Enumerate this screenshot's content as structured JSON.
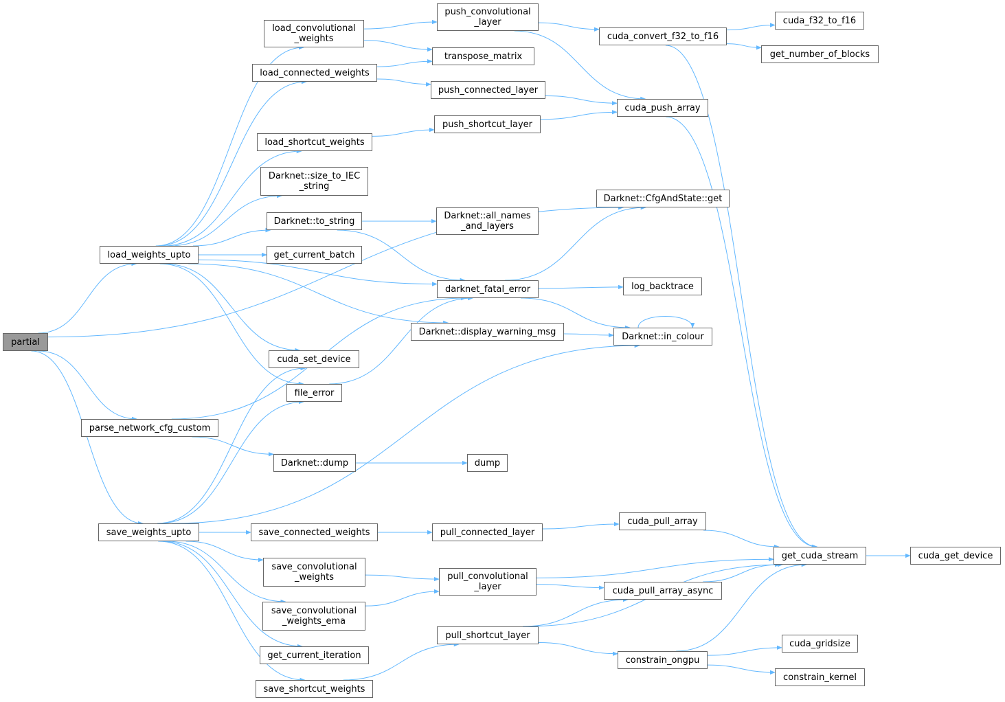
{
  "colors": {
    "edge": "#63b8ff",
    "border": "#666666",
    "root_fill": "#999999"
  },
  "nodes": [
    {
      "id": "partial",
      "label": "partial",
      "root": true
    },
    {
      "id": "load_weights_upto",
      "label": "load_weights_upto"
    },
    {
      "id": "parse_network_cfg_custom",
      "label": "parse_network_cfg_custom"
    },
    {
      "id": "save_weights_upto",
      "label": "save_weights_upto"
    },
    {
      "id": "load_convolutional_weights",
      "label": "load_convolutional\n_weights"
    },
    {
      "id": "load_connected_weights",
      "label": "load_connected_weights"
    },
    {
      "id": "load_shortcut_weights",
      "label": "load_shortcut_weights"
    },
    {
      "id": "size_to_IEC_string",
      "label": "Darknet::size_to_IEC\n_string"
    },
    {
      "id": "to_string",
      "label": "Darknet::to_string"
    },
    {
      "id": "get_current_batch",
      "label": "get_current_batch"
    },
    {
      "id": "cuda_set_device",
      "label": "cuda_set_device"
    },
    {
      "id": "file_error",
      "label": "file_error"
    },
    {
      "id": "darknet_dump",
      "label": "Darknet::dump"
    },
    {
      "id": "save_connected_weights",
      "label": "save_connected_weights"
    },
    {
      "id": "save_convolutional_weights",
      "label": "save_convolutional\n_weights"
    },
    {
      "id": "save_convolutional_weights_ema",
      "label": "save_convolutional\n_weights_ema"
    },
    {
      "id": "get_current_iteration",
      "label": "get_current_iteration"
    },
    {
      "id": "save_shortcut_weights",
      "label": "save_shortcut_weights"
    },
    {
      "id": "push_convolutional_layer",
      "label": "push_convolutional\n_layer"
    },
    {
      "id": "transpose_matrix",
      "label": "transpose_matrix"
    },
    {
      "id": "push_connected_layer",
      "label": "push_connected_layer"
    },
    {
      "id": "push_shortcut_layer",
      "label": "push_shortcut_layer"
    },
    {
      "id": "all_names_and_layers",
      "label": "Darknet::all_names\n_and_layers"
    },
    {
      "id": "darknet_fatal_error",
      "label": "darknet_fatal_error"
    },
    {
      "id": "display_warning_msg",
      "label": "Darknet::display_warning_msg"
    },
    {
      "id": "dump",
      "label": "dump"
    },
    {
      "id": "pull_connected_layer",
      "label": "pull_connected_layer"
    },
    {
      "id": "pull_convolutional_layer",
      "label": "pull_convolutional\n_layer"
    },
    {
      "id": "pull_shortcut_layer",
      "label": "pull_shortcut_layer"
    },
    {
      "id": "cuda_convert_f32_to_f16",
      "label": "cuda_convert_f32_to_f16"
    },
    {
      "id": "cuda_push_array",
      "label": "cuda_push_array"
    },
    {
      "id": "cfgandstate_get",
      "label": "Darknet::CfgAndState::get"
    },
    {
      "id": "log_backtrace",
      "label": "log_backtrace"
    },
    {
      "id": "in_colour",
      "label": "Darknet::in_colour"
    },
    {
      "id": "cuda_pull_array",
      "label": "cuda_pull_array"
    },
    {
      "id": "cuda_pull_array_async",
      "label": "cuda_pull_array_async"
    },
    {
      "id": "constrain_ongpu",
      "label": "constrain_ongpu"
    },
    {
      "id": "cuda_f32_to_f16",
      "label": "cuda_f32_to_f16"
    },
    {
      "id": "get_number_of_blocks",
      "label": "get_number_of_blocks"
    },
    {
      "id": "get_cuda_stream",
      "label": "get_cuda_stream"
    },
    {
      "id": "cuda_get_device",
      "label": "cuda_get_device"
    },
    {
      "id": "cuda_gridsize",
      "label": "cuda_gridsize"
    },
    {
      "id": "constrain_kernel",
      "label": "constrain_kernel"
    }
  ],
  "edges": [
    [
      "partial",
      "load_weights_upto"
    ],
    [
      "partial",
      "parse_network_cfg_custom"
    ],
    [
      "partial",
      "save_weights_upto"
    ],
    [
      "partial",
      "cfgandstate_get"
    ],
    [
      "load_weights_upto",
      "load_convolutional_weights"
    ],
    [
      "load_weights_upto",
      "load_connected_weights"
    ],
    [
      "load_weights_upto",
      "load_shortcut_weights"
    ],
    [
      "load_weights_upto",
      "size_to_IEC_string"
    ],
    [
      "load_weights_upto",
      "to_string"
    ],
    [
      "load_weights_upto",
      "get_current_batch"
    ],
    [
      "load_weights_upto",
      "darknet_fatal_error"
    ],
    [
      "load_weights_upto",
      "display_warning_msg"
    ],
    [
      "load_weights_upto",
      "cuda_set_device"
    ],
    [
      "load_weights_upto",
      "file_error"
    ],
    [
      "load_convolutional_weights",
      "push_convolutional_layer"
    ],
    [
      "load_convolutional_weights",
      "transpose_matrix"
    ],
    [
      "load_connected_weights",
      "transpose_matrix"
    ],
    [
      "load_connected_weights",
      "push_connected_layer"
    ],
    [
      "load_shortcut_weights",
      "push_shortcut_layer"
    ],
    [
      "push_convolutional_layer",
      "cuda_convert_f32_to_f16"
    ],
    [
      "push_convolutional_layer",
      "cuda_push_array"
    ],
    [
      "push_connected_layer",
      "cuda_push_array"
    ],
    [
      "push_shortcut_layer",
      "cuda_push_array"
    ],
    [
      "cuda_convert_f32_to_f16",
      "cuda_f32_to_f16"
    ],
    [
      "cuda_convert_f32_to_f16",
      "get_number_of_blocks"
    ],
    [
      "cuda_convert_f32_to_f16",
      "get_cuda_stream"
    ],
    [
      "cuda_push_array",
      "get_cuda_stream"
    ],
    [
      "to_string",
      "all_names_and_layers"
    ],
    [
      "to_string",
      "darknet_fatal_error"
    ],
    [
      "darknet_fatal_error",
      "cfgandstate_get"
    ],
    [
      "darknet_fatal_error",
      "log_backtrace"
    ],
    [
      "darknet_fatal_error",
      "in_colour"
    ],
    [
      "display_warning_msg",
      "in_colour"
    ],
    [
      "in_colour",
      "in_colour"
    ],
    [
      "file_error",
      "darknet_fatal_error"
    ],
    [
      "parse_network_cfg_custom",
      "darknet_fatal_error"
    ],
    [
      "parse_network_cfg_custom",
      "darknet_dump"
    ],
    [
      "darknet_dump",
      "dump"
    ],
    [
      "save_weights_upto",
      "cuda_set_device"
    ],
    [
      "save_weights_upto",
      "file_error"
    ],
    [
      "save_weights_upto",
      "in_colour"
    ],
    [
      "save_weights_upto",
      "save_connected_weights"
    ],
    [
      "save_weights_upto",
      "save_convolutional_weights"
    ],
    [
      "save_weights_upto",
      "save_convolutional_weights_ema"
    ],
    [
      "save_weights_upto",
      "get_current_iteration"
    ],
    [
      "save_weights_upto",
      "save_shortcut_weights"
    ],
    [
      "save_connected_weights",
      "pull_connected_layer"
    ],
    [
      "pull_connected_layer",
      "cuda_pull_array"
    ],
    [
      "cuda_pull_array",
      "get_cuda_stream"
    ],
    [
      "save_convolutional_weights",
      "pull_convolutional_layer"
    ],
    [
      "save_convolutional_weights_ema",
      "pull_convolutional_layer"
    ],
    [
      "pull_convolutional_layer",
      "get_cuda_stream"
    ],
    [
      "pull_convolutional_layer",
      "cuda_pull_array_async"
    ],
    [
      "cuda_pull_array_async",
      "get_cuda_stream"
    ],
    [
      "save_shortcut_weights",
      "pull_shortcut_layer"
    ],
    [
      "pull_shortcut_layer",
      "cuda_pull_array_async"
    ],
    [
      "pull_shortcut_layer",
      "get_cuda_stream"
    ],
    [
      "pull_shortcut_layer",
      "constrain_ongpu"
    ],
    [
      "constrain_ongpu",
      "get_cuda_stream"
    ],
    [
      "constrain_ongpu",
      "cuda_gridsize"
    ],
    [
      "constrain_ongpu",
      "constrain_kernel"
    ],
    [
      "get_cuda_stream",
      "cuda_get_device"
    ]
  ]
}
